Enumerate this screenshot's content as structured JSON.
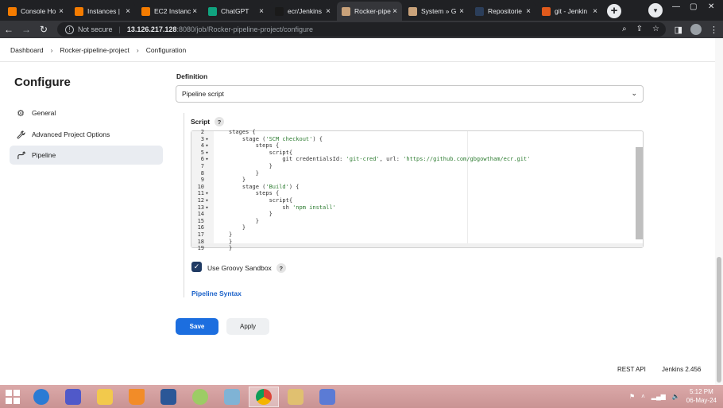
{
  "browser": {
    "tabs": [
      {
        "title": "Console Ho",
        "color": "#f57c00",
        "active": false
      },
      {
        "title": "Instances |",
        "color": "#f57c00",
        "active": false
      },
      {
        "title": "EC2 Instanc",
        "color": "#f57c00",
        "active": false
      },
      {
        "title": "ChatGPT",
        "color": "#10a37f",
        "active": false
      },
      {
        "title": "ecr/Jenkins",
        "color": "#1a1a1a",
        "active": false
      },
      {
        "title": "Rocker-pipe",
        "color": "#c9a27a",
        "active": true
      },
      {
        "title": "System » G",
        "color": "#c9a27a",
        "active": false
      },
      {
        "title": "Repositorie",
        "color": "#2b3e5a",
        "active": false
      },
      {
        "title": "git - Jenkin",
        "color": "#e05a1c",
        "active": false
      }
    ],
    "close_glyph": "×",
    "new_tab_glyph": "+",
    "url_warning": "Not secure",
    "url_host": "13.126.217.128",
    "url_path": ":8080/job/Rocker-pipeline-project/configure"
  },
  "breadcrumb": [
    "Dashboard",
    "Rocker-pipeline-project",
    "Configuration"
  ],
  "sidebar": {
    "title": "Configure",
    "items": [
      {
        "label": "General",
        "icon": "gear-icon",
        "active": false
      },
      {
        "label": "Advanced Project Options",
        "icon": "wrench-icon",
        "active": false
      },
      {
        "label": "Pipeline",
        "icon": "pipeline-icon",
        "active": true
      }
    ]
  },
  "definition": {
    "label": "Definition",
    "selected": "Pipeline script"
  },
  "script": {
    "label": "Script",
    "help": "?",
    "lines": [
      {
        "n": "2",
        "fold": "",
        "code": "stages {"
      },
      {
        "n": "3",
        "fold": "▾",
        "code": "    stage ('SCM checkout') {"
      },
      {
        "n": "4",
        "fold": "▾",
        "code": "        steps {"
      },
      {
        "n": "5",
        "fold": "▾",
        "code": "            script{"
      },
      {
        "n": "6",
        "fold": "▾",
        "code": "                git credentialsId: 'git-cred', url: 'https://github.com/gbgowtham/ecr.git'"
      },
      {
        "n": "7",
        "fold": "",
        "code": "            }"
      },
      {
        "n": "8",
        "fold": "",
        "code": "        }"
      },
      {
        "n": "9",
        "fold": "",
        "code": "    }"
      },
      {
        "n": "10",
        "fold": "",
        "code": "    stage ('Build') {"
      },
      {
        "n": "11",
        "fold": "▾",
        "code": "        steps {"
      },
      {
        "n": "12",
        "fold": "▾",
        "code": "            script{"
      },
      {
        "n": "13",
        "fold": "▾",
        "code": "                sh 'npm install'"
      },
      {
        "n": "14",
        "fold": "",
        "code": "            }"
      },
      {
        "n": "15",
        "fold": "",
        "code": "        }"
      },
      {
        "n": "16",
        "fold": "",
        "code": "    }"
      },
      {
        "n": "17",
        "fold": "",
        "code": "}"
      },
      {
        "n": "18",
        "fold": "",
        "code": "}"
      },
      {
        "n": "19",
        "fold": "",
        "code": "}"
      }
    ]
  },
  "sandbox": {
    "label": "Use Groovy Sandbox",
    "checked": true,
    "help": "?"
  },
  "pipeline_syntax_link": "Pipeline Syntax",
  "buttons": {
    "save": "Save",
    "apply": "Apply"
  },
  "footer": {
    "rest_api": "REST API",
    "version": "Jenkins 2.456"
  },
  "taskbar": {
    "time": "5:12 PM",
    "date": "06-May-24"
  }
}
